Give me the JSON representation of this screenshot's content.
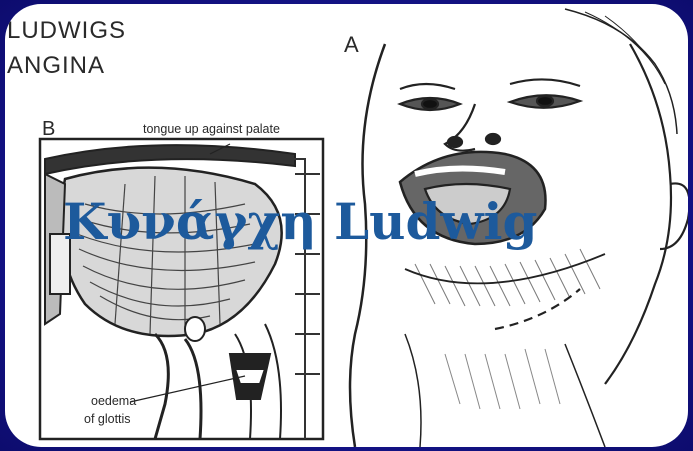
{
  "slide": {
    "title": "Κυνάγχη Ludwig",
    "title_color": "#1d5a9c",
    "background_color": "#17168f",
    "panel_color": "#ffffff"
  },
  "figure": {
    "heading_line1": "LUDWIGS",
    "heading_line2": "ANGINA",
    "panel_a_label": "A",
    "panel_b_label": "B",
    "label_tongue": "tongue up against palate",
    "label_oedema_line1": "oedema",
    "label_oedema_line2": "of glottis"
  }
}
